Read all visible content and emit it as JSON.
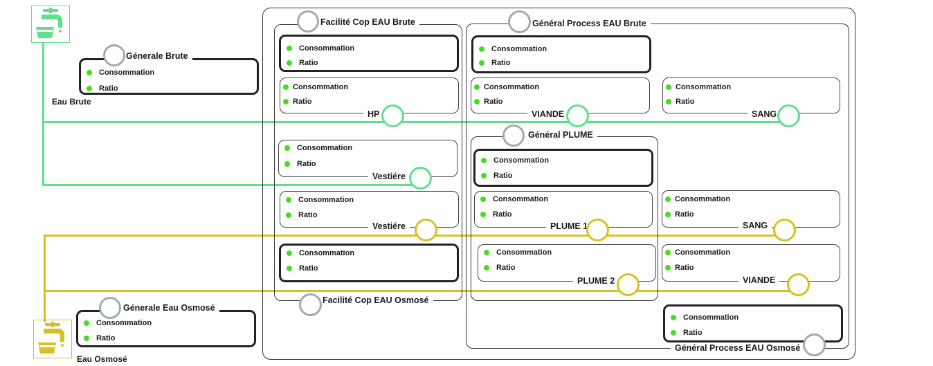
{
  "colors": {
    "green_line": "#5fe08b",
    "yellow_line": "#d9bf22",
    "status_dot": "#44dd22",
    "gray_ring": "#a3aaad"
  },
  "sources": {
    "brute": {
      "label": "Eau Brute",
      "icon": "water-tap-icon"
    },
    "osmose": {
      "label": "Eau Osmosé",
      "icon": "water-tap-icon"
    }
  },
  "groups": {
    "facilite_brute": "Facilité Cop EAU Brute",
    "facilite_osmose": "Facilité Cop EAU Osmosé",
    "process_brute": "Général Process EAU Brute",
    "process_osmose": "Général Process EAU Osmosé",
    "plume": "Général PLUME"
  },
  "meters": {
    "generale_brute": {
      "title": "Génerale Brute",
      "consommation": "Consommation",
      "ratio": "Ratio"
    },
    "generale_osmose": {
      "title": "Génerale Eau Osmosé",
      "consommation": "Consommation",
      "ratio": "Ratio"
    },
    "fac_brute_total": {
      "consommation": "Consommation",
      "ratio": "Ratio"
    },
    "hp": {
      "label": "HP",
      "consommation": "Consommation",
      "ratio": "Ratio"
    },
    "vestiere_brute": {
      "label": "Vestiére",
      "consommation": "Consommation",
      "ratio": "Ratio"
    },
    "vestiere_osmose": {
      "label": "Vestiére",
      "consommation": "Consommation",
      "ratio": "Ratio"
    },
    "fac_osmose_total": {
      "consommation": "Consommation",
      "ratio": "Ratio"
    },
    "proc_brute_total": {
      "consommation": "Consommation",
      "ratio": "Ratio"
    },
    "viande_brute": {
      "label": "VIANDE",
      "consommation": "Consommation",
      "ratio": "Ratio"
    },
    "sang_brute": {
      "label": "SANG",
      "consommation": "Consommation",
      "ratio": "Ratio"
    },
    "plume_total": {
      "consommation": "Consommation",
      "ratio": "Ratio"
    },
    "plume1": {
      "label": "PLUME 1",
      "consommation": "Consommation",
      "ratio": "Ratio"
    },
    "plume2": {
      "label": "PLUME 2",
      "consommation": "Consommation",
      "ratio": "Ratio"
    },
    "sang_osmose": {
      "label": "SANG",
      "consommation": "Consommation",
      "ratio": "Ratio"
    },
    "viande_osmose": {
      "label": "VIANDE",
      "consommation": "Consommation",
      "ratio": "Ratio"
    },
    "proc_osmose_total": {
      "consommation": "Consommation",
      "ratio": "Ratio"
    }
  }
}
